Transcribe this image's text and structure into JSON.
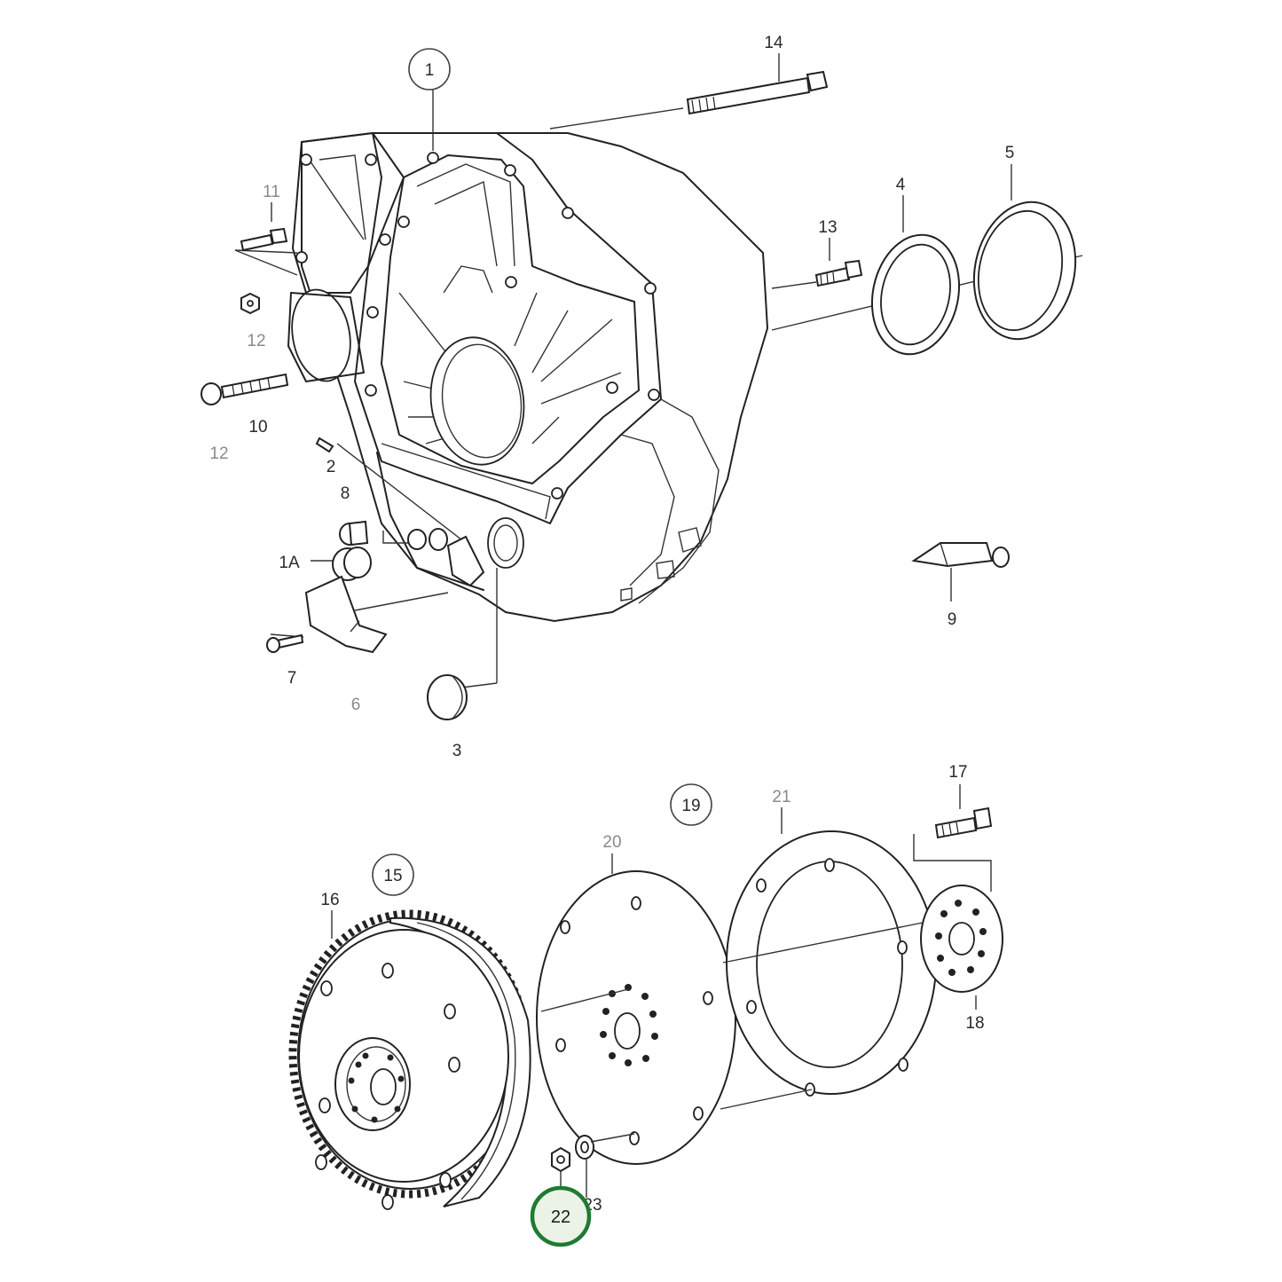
{
  "labels": {
    "l1": "1",
    "l1a": "1A",
    "l2": "2",
    "l3": "3",
    "l4": "4",
    "l5": "5",
    "l6": "6",
    "l7": "7",
    "l8": "8",
    "l9": "9",
    "l10": "10",
    "l11": "11",
    "l12a": "12",
    "l12b": "12",
    "l13": "13",
    "l14": "14",
    "l15": "15",
    "l16": "16",
    "l17": "17",
    "l18": "18",
    "l19": "19",
    "l20": "20",
    "l21": "21",
    "l22": "22",
    "l23": "23"
  },
  "highlighted_part": "22",
  "colors": {
    "line": "#222222",
    "highlight_ring": "#1f7a32",
    "highlight_fill": "#eaf3e6",
    "muted_label": "#8a8a8a"
  }
}
